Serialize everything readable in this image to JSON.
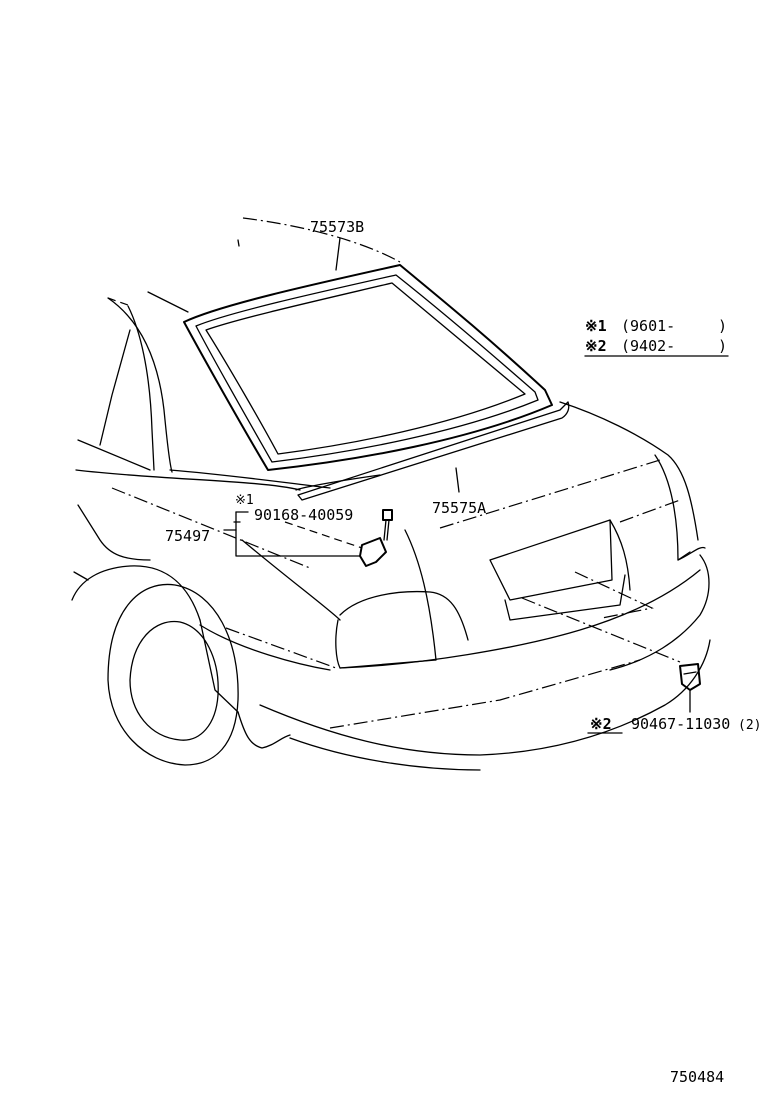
{
  "parts": {
    "rear_window_outer_molding": "75573B",
    "rear_window_lower_molding": "75575A",
    "emblem_screw": "90168-40059",
    "rear_panel_emblem": "75497",
    "clip": "90467-11030",
    "clip_qty": "(2)"
  },
  "notes": {
    "mark1": "※1",
    "mark1_small": "※1",
    "mark1_range": "(9601-",
    "mark1_close": ")",
    "mark2": "※2",
    "mark2_range": "(9402-",
    "mark2_close": ")",
    "clip_mark": "※2"
  },
  "illustration_id": "750484"
}
